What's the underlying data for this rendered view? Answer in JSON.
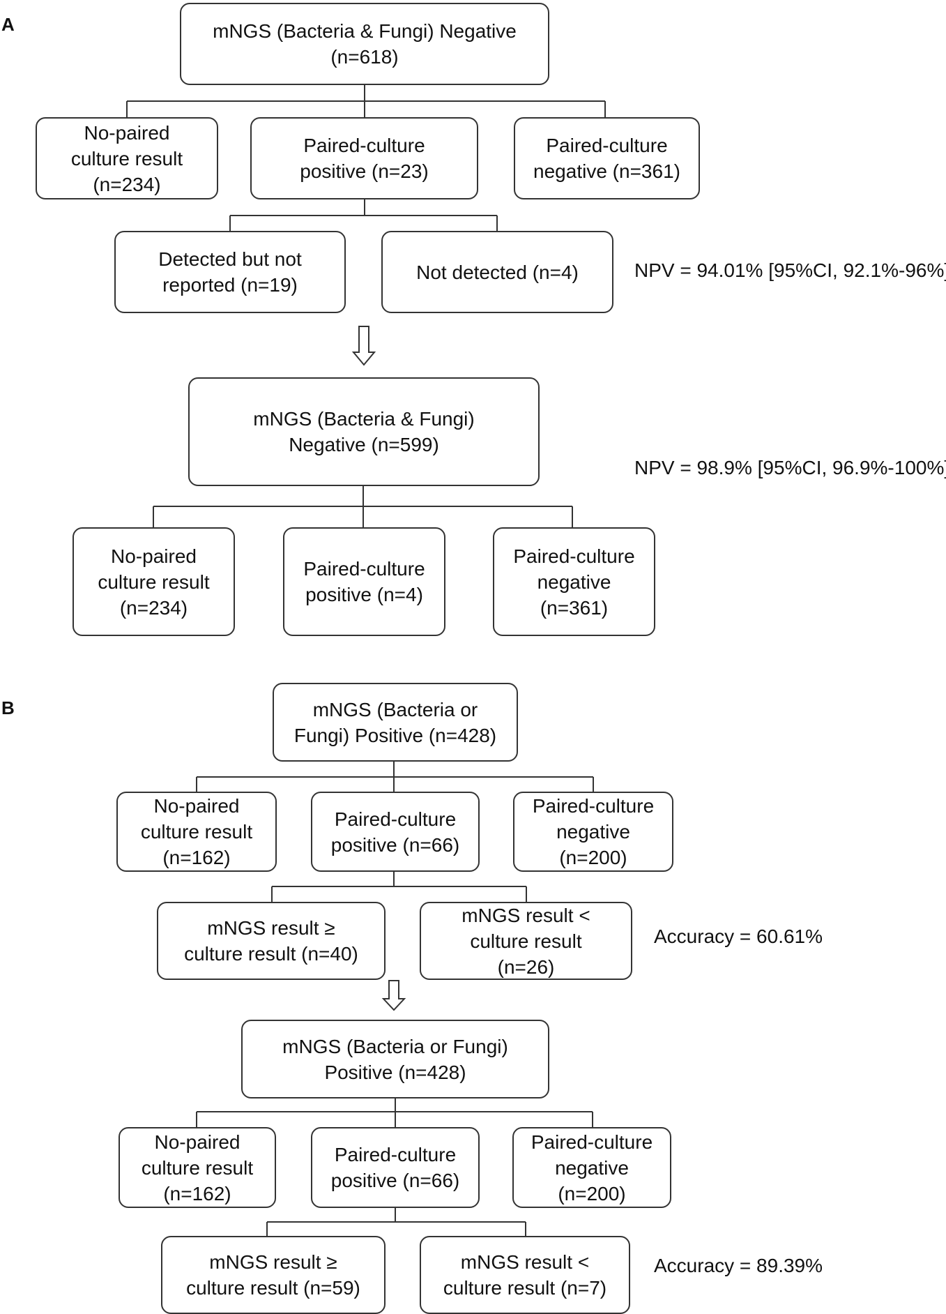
{
  "panelA": {
    "label": "A",
    "top": "mNGS (Bacteria & Fungi) Negative\n(n=618)",
    "row1": {
      "no_paired": "No-paired\nculture result\n(n=234)",
      "paired_pos": "Paired-culture\npositive (n=23)",
      "paired_neg": "Paired-culture\nnegative (n=361)"
    },
    "row2": {
      "detected": "Detected but not\nreported (n=19)",
      "not_detected": "Not detected (n=4)"
    },
    "npv1": "NPV = 94.01% [95%CI, 92.1%-96%]",
    "second": "mNGS (Bacteria & Fungi)\nNegative (n=599)",
    "npv2": "NPV = 98.9% [95%CI, 96.9%-100%]",
    "row3": {
      "no_paired": "No-paired\nculture result\n(n=234)",
      "paired_pos": "Paired-culture\npositive (n=4)",
      "paired_neg": "Paired-culture\nnegative\n(n=361)"
    }
  },
  "panelB": {
    "label": "B",
    "top": "mNGS (Bacteria or\nFungi) Positive (n=428)",
    "row1": {
      "no_paired": "No-paired\nculture result\n(n=162)",
      "paired_pos": "Paired-culture\npositive (n=66)",
      "paired_neg": "Paired-culture\nnegative\n(n=200)"
    },
    "row2": {
      "ge": "mNGS result ≥\nculture result (n=40)",
      "lt": "mNGS result <\nculture result\n(n=26)"
    },
    "accuracy1": "Accuracy = 60.61%",
    "second": "mNGS (Bacteria or Fungi)\nPositive (n=428)",
    "row3": {
      "no_paired": "No-paired\nculture result\n(n=162)",
      "paired_pos": "Paired-culture\npositive (n=66)",
      "paired_neg": "Paired-culture\nnegative\n(n=200)"
    },
    "row4": {
      "ge": "mNGS result ≥\nculture result (n=59)",
      "lt": "mNGS result <\nculture result (n=7)"
    },
    "accuracy2": "Accuracy = 89.39%"
  }
}
